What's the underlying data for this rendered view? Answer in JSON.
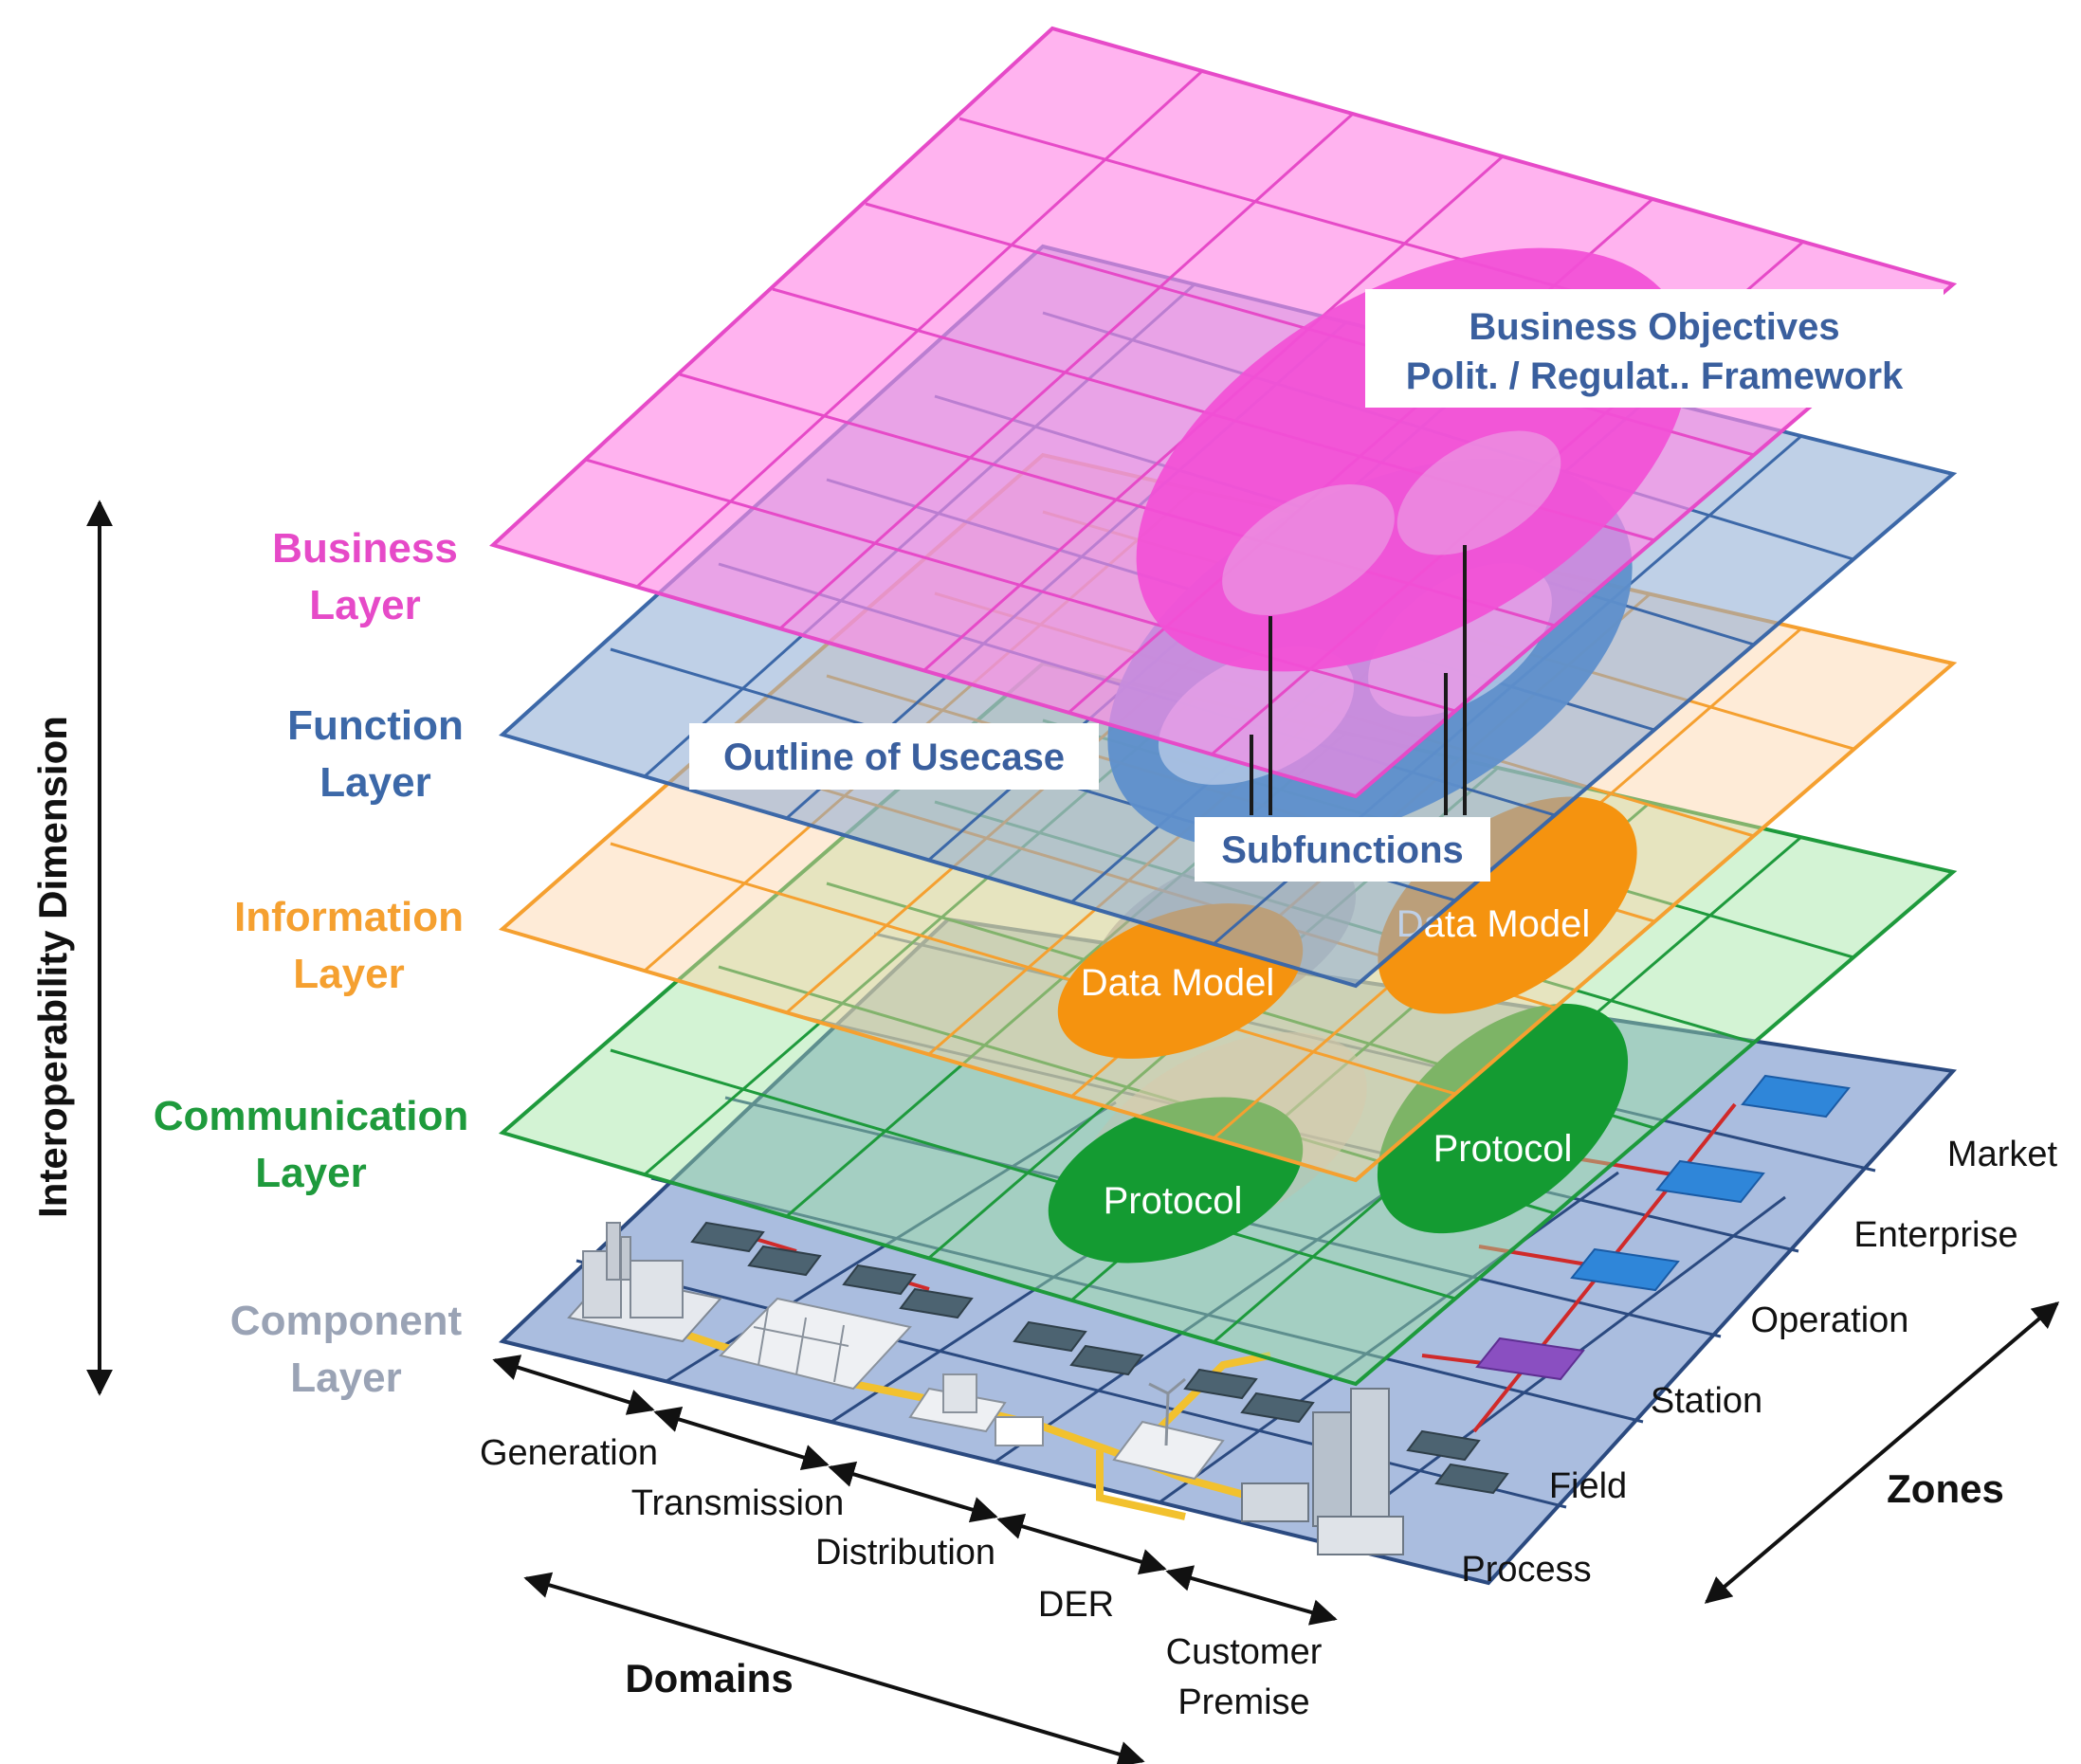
{
  "layers": {
    "business": {
      "line1": "Business",
      "line2": "Layer"
    },
    "function": {
      "line1": "Function",
      "line2": "Layer"
    },
    "information": {
      "line1": "Information",
      "line2": "Layer"
    },
    "communication": {
      "line1": "Communication",
      "line2": "Layer"
    },
    "component": {
      "line1": "Component",
      "line2": "Layer"
    }
  },
  "callouts": {
    "business_objectives": "Business Objectives",
    "framework": "Polit. / Regulat.. Framework",
    "outline": "Outline of Usecase",
    "subfunctions": "Subfunctions"
  },
  "ellipse_labels": {
    "data_model_left": "Data Model",
    "data_model_right": "Data Model",
    "protocol_left": "Protocol",
    "protocol_right": "Protocol"
  },
  "axes": {
    "vertical": "Interoperability Dimension",
    "domains_title": "Domains",
    "zones_title": "Zones",
    "domains": [
      "Generation",
      "Transmission",
      "Distribution",
      "DER",
      "Customer",
      "Premise"
    ],
    "zones": [
      "Market",
      "Enterprise",
      "Operation",
      "Station",
      "Field",
      "Process"
    ]
  },
  "colors": {
    "business": "#e64ac8",
    "function": "#3c68a8",
    "information": "#f5a030",
    "communication": "#1e9a3c",
    "component": "#9aa3b5",
    "callout_text": "#3a5f9e"
  }
}
